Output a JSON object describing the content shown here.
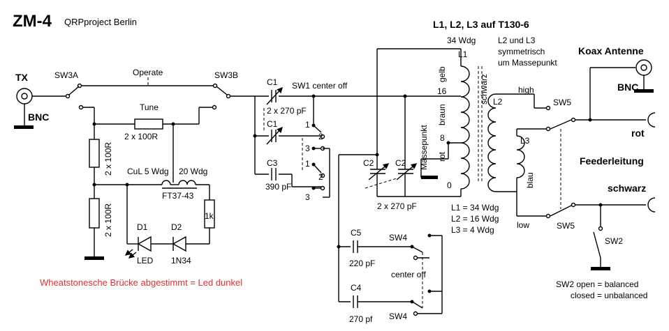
{
  "colors": {
    "ink": "#000000",
    "note": "#e03030",
    "background": "#ffffff"
  },
  "header": {
    "title": "ZM-4",
    "subtitle": "QRPproject  Berlin"
  },
  "left": {
    "tx": "TX",
    "bnc": "BNC",
    "sw3a": "SW3A",
    "operate": "Operate",
    "sw3b": "SW3B",
    "tune": "Tune",
    "r_series": "2 x 100R",
    "r_upper": "2 x 100R",
    "r_lower": "2 x 100R",
    "cul": "CuL 5 Wdg",
    "wdg20": "20 Wdg",
    "core": "FT37-43",
    "r1k": "1k",
    "d1": "D1",
    "d2": "D2",
    "led": "LED",
    "diode": "1N34",
    "note": "Wheatstonesche Brücke abgestimmt = Led dunkel"
  },
  "middle": {
    "c1": "C1",
    "sw1": "SW1 center off",
    "c1val": "2 x 270 pF",
    "c3": "C3",
    "c3val": "390 pF",
    "contacts_top": [
      "1",
      "2",
      "3"
    ],
    "contacts_bot": [
      "1",
      "2",
      "3"
    ]
  },
  "right": {
    "transformer": "L1, L2, L3 auf T130-6",
    "wdg34": "34 Wdg",
    "l1": "L1",
    "sym1": "L2 und L3",
    "sym2": "symmetrisch",
    "sym3": "um Massepunkt",
    "gelb": "gelb",
    "braun": "braun",
    "rot_wire": "rot",
    "schwarz_wire": "schwarz",
    "tap16": "16",
    "tap8": "8",
    "tap0": "0",
    "masse": "Massepunkt",
    "l2": "L2",
    "l3": "L3",
    "blau": "blau",
    "high": "high",
    "low": "low",
    "sw5": "SW5",
    "c2": "C2",
    "c2val": "2 x 270 pF",
    "windings": [
      "L1 = 34 Wdg",
      "L2 = 16 Wdg",
      "L3 =   4 Wdg"
    ],
    "c5": "C5",
    "c5val": "220 pF",
    "c4": "C4",
    "c4val": "270 pf",
    "sw4": "SW4",
    "center_off": "center off",
    "koax": "Koax Antenne",
    "bnc2": "BNC",
    "rot": "rot",
    "feeder": "Feederleitung",
    "schwarz": "schwarz",
    "sw2": "SW2",
    "sw2_open": "SW2 open = balanced",
    "sw2_closed": "closed = unbalanced"
  }
}
